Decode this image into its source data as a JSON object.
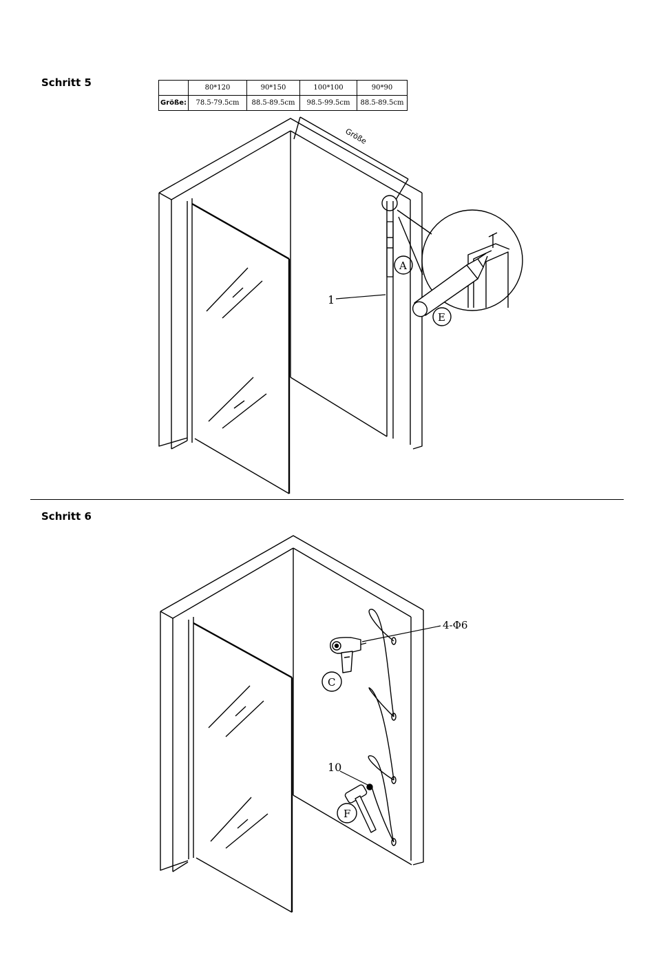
{
  "step5": {
    "title": "Schritt 5",
    "table": {
      "row_header": "Größe:",
      "sizes": [
        "80*120",
        "90*150",
        "100*100",
        "90*90"
      ],
      "ranges": [
        "78.5-79.5cm",
        "88.5-89.5cm",
        "98.5-99.5cm",
        "88.5-89.5cm"
      ]
    },
    "dimension_label": "Größe",
    "labels": {
      "a": "A",
      "e": "E",
      "part1": "1"
    }
  },
  "step6": {
    "title": "Schritt 6",
    "labels": {
      "drill_spec": "4-Φ6",
      "c": "C",
      "part10": "10",
      "f": "F"
    }
  },
  "icons": [
    "silicone-tube-icon",
    "drill-icon",
    "mallet-icon"
  ]
}
